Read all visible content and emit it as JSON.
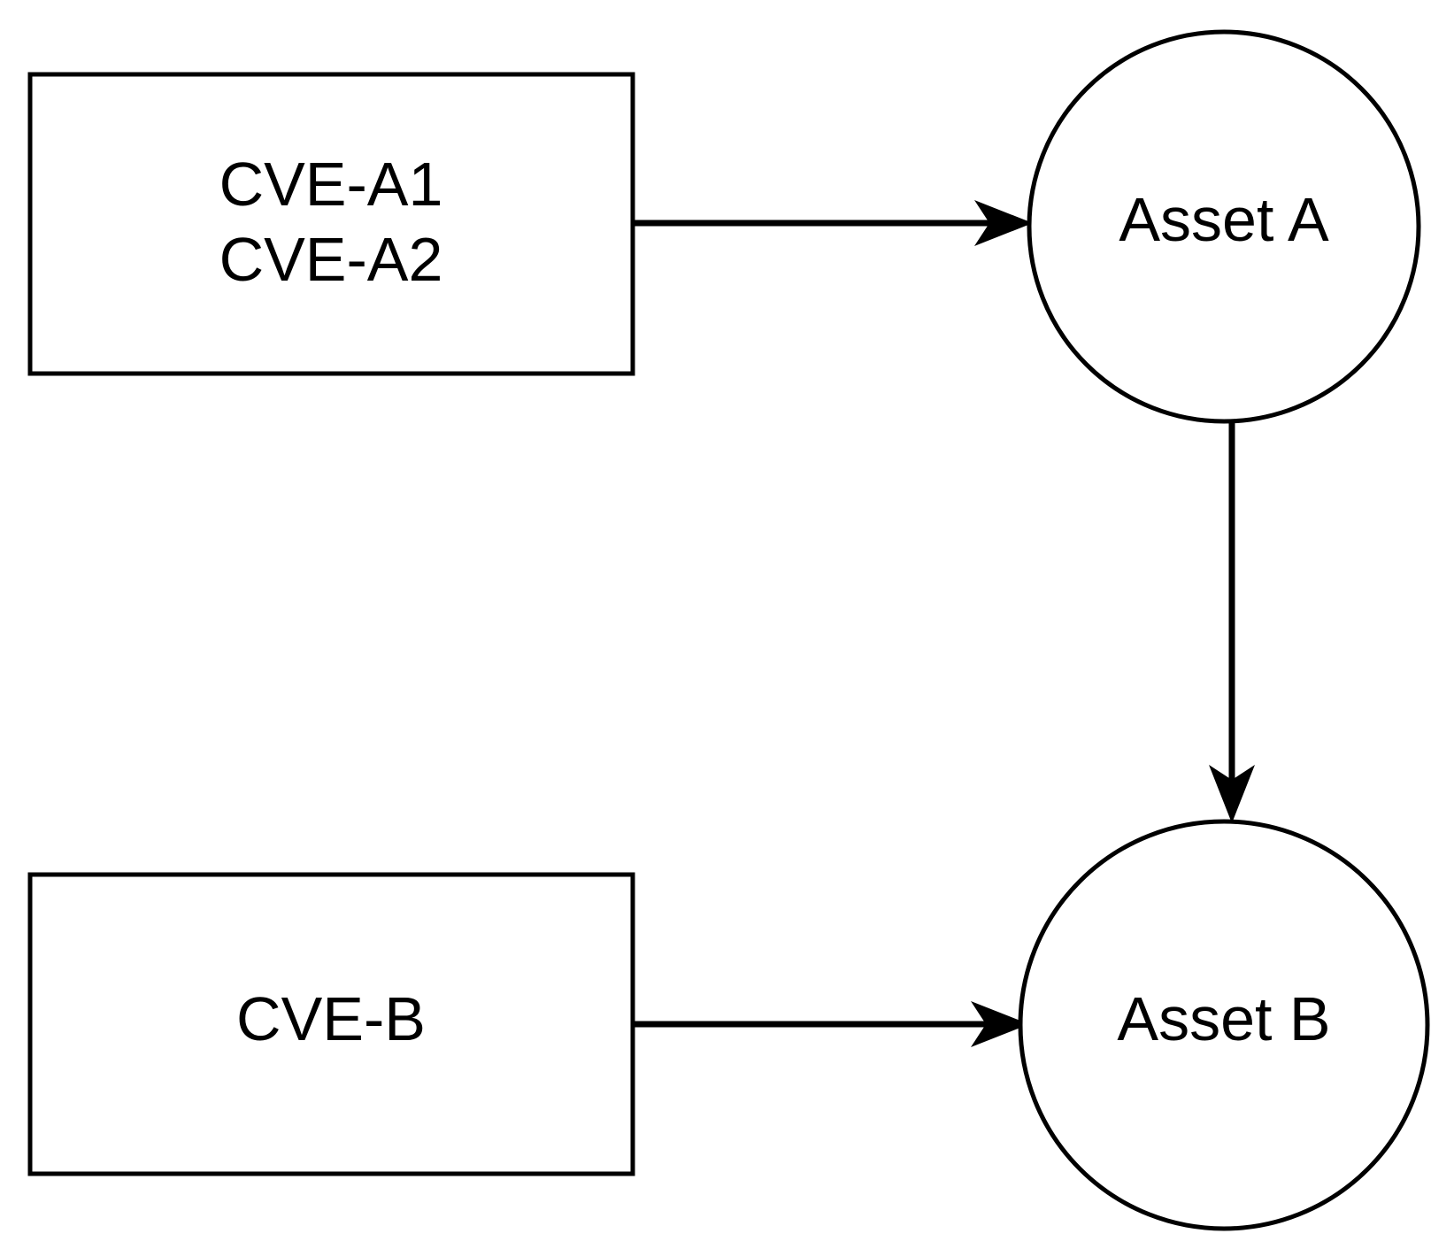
{
  "diagram": {
    "type": "vulnerability-asset-relationship-graph",
    "background_color": "#ffffff",
    "stroke_color": "#000000",
    "nodes": [
      {
        "id": "cve-box-a",
        "shape": "rectangle",
        "lines": [
          "CVE-A1",
          "CVE-A2"
        ],
        "line1": "CVE-A1",
        "line2": "CVE-A2"
      },
      {
        "id": "asset-a",
        "shape": "circle",
        "label": "Asset A"
      },
      {
        "id": "cve-box-b",
        "shape": "rectangle",
        "lines": [
          "CVE-B"
        ],
        "line1": "CVE-B"
      },
      {
        "id": "asset-b",
        "shape": "circle",
        "label": "Asset B"
      }
    ],
    "edges": [
      {
        "id": "edge-cve-a-to-asset-a",
        "from": "cve-box-a",
        "to": "asset-a",
        "direction": "right",
        "label": ""
      },
      {
        "id": "edge-asset-a-to-asset-b",
        "from": "asset-a",
        "to": "asset-b",
        "direction": "down",
        "label": ""
      },
      {
        "id": "edge-cve-b-to-asset-b",
        "from": "cve-box-b",
        "to": "asset-b",
        "direction": "right",
        "label": ""
      }
    ]
  }
}
